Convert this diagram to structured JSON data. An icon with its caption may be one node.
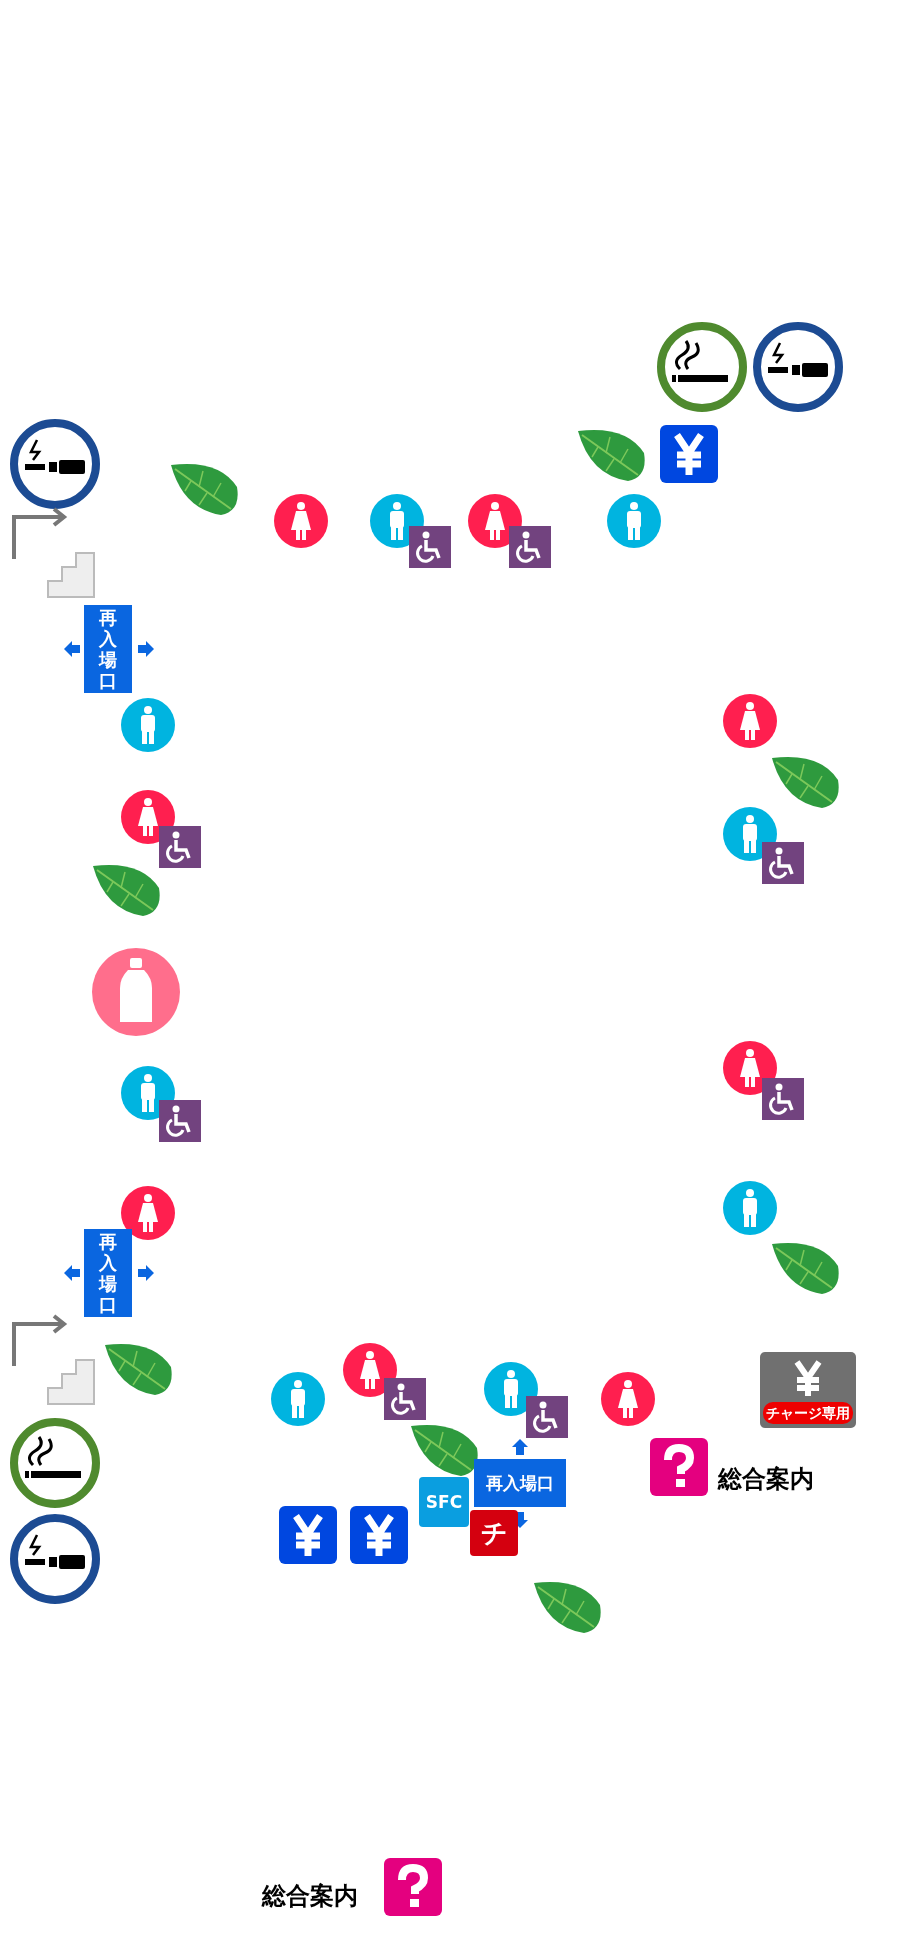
{
  "diagram": {
    "labels": [
      "再入場口",
      "再入場口",
      "チャージ専用",
      "再入場口",
      "SFC",
      "チ",
      "総合案内",
      "総合案内"
    ]
  }
}
